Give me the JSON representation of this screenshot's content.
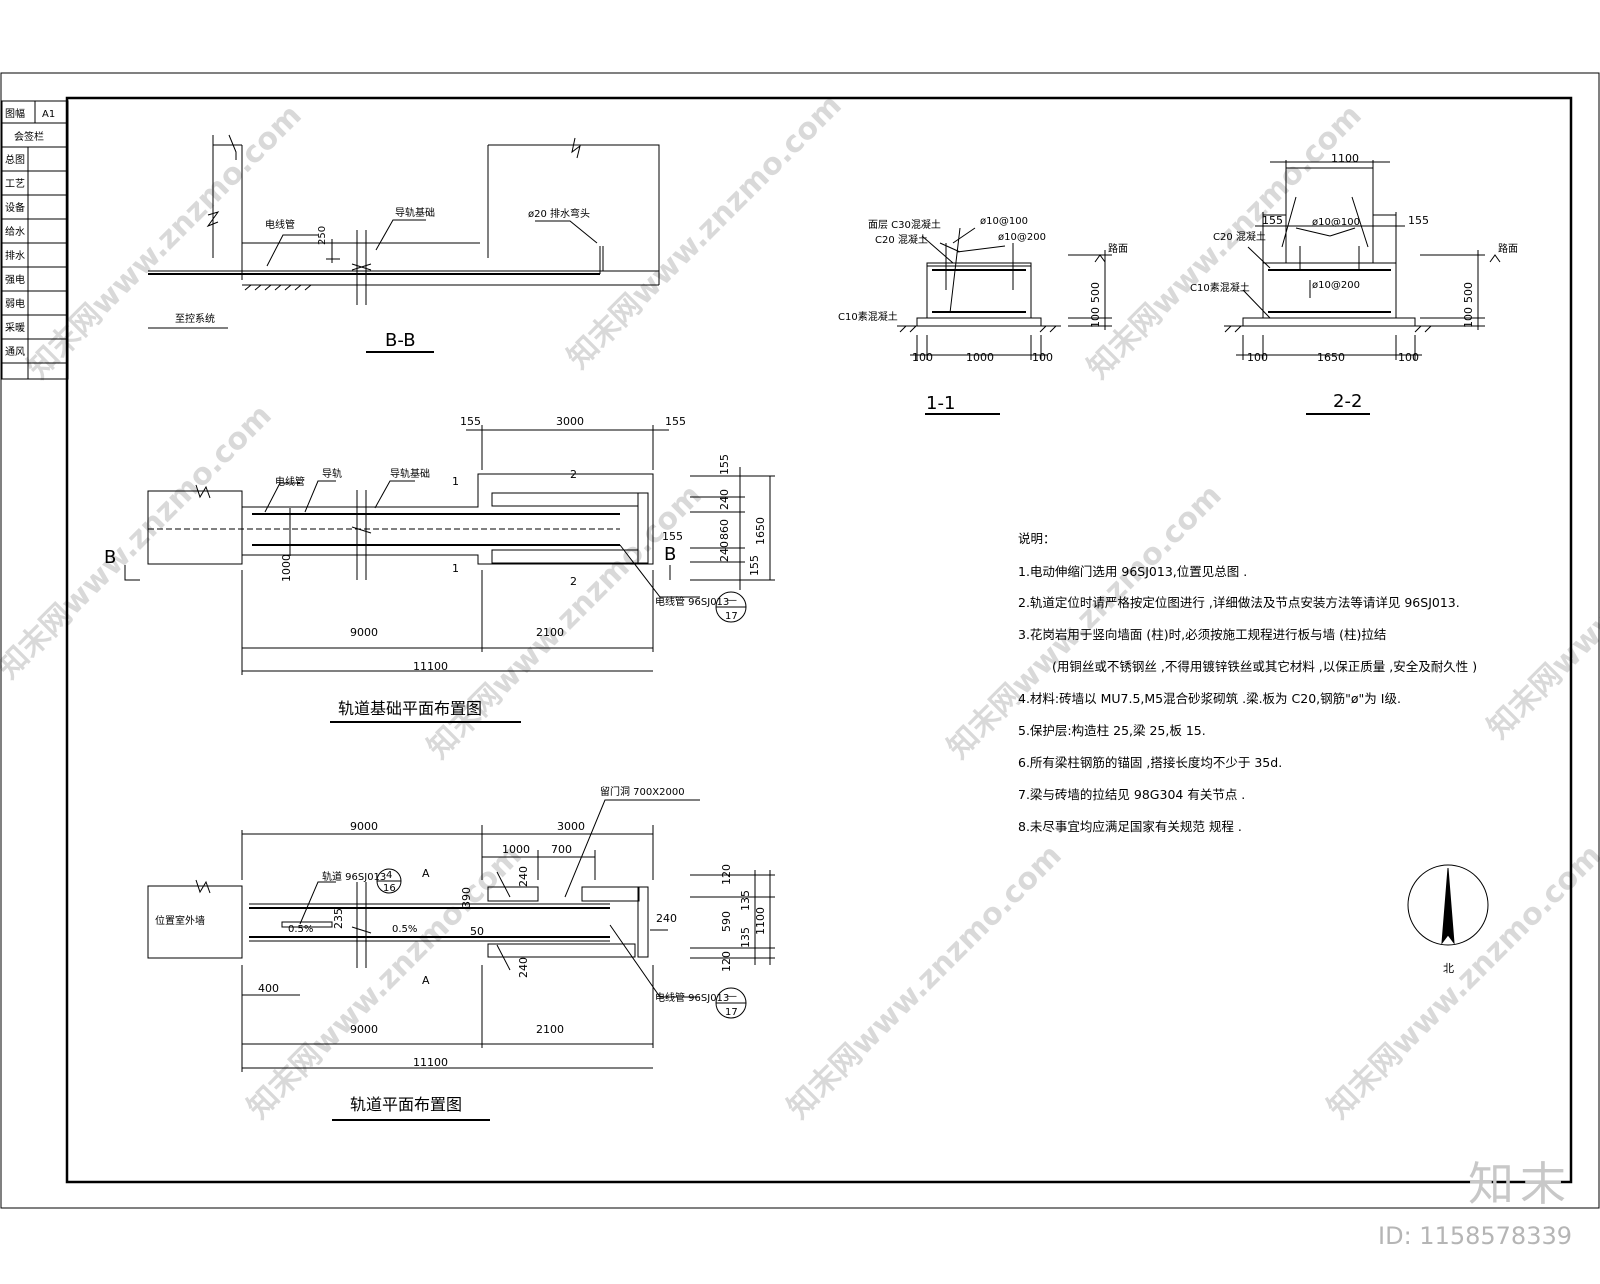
{
  "title_block": {
    "size_label": "图幅",
    "size_value": "A1",
    "signoff_label": "会签栏",
    "rows": [
      "总图",
      "工艺",
      "设备",
      "给水",
      "排水",
      "强电",
      "弱电",
      "采暖",
      "通风"
    ]
  },
  "section_bb": {
    "title": "B-B",
    "label_cable": "电线管",
    "label_rail_base": "导轨基础",
    "label_drain": "ø20 排水弯头",
    "label_room": "至控系统",
    "dim_250": "250"
  },
  "plan_base": {
    "title": "轨道基础平面布置图",
    "label_cable": "电线管",
    "label_rail": "导轨",
    "label_rail_base": "导轨基础",
    "cut_1": "1",
    "cut_2": "2",
    "cut_b": "B",
    "ref_label": "电线管 96SJ013",
    "ref_top": "—",
    "ref_bottom": "17",
    "dims": {
      "d155a": "155",
      "d3000": "3000",
      "d155b": "155",
      "r155a": "155",
      "r240a": "240",
      "r860": "860",
      "r1650": "1650",
      "r155b": "155",
      "r240b": "240",
      "r155c": "155",
      "d1000": "1000",
      "d9000": "9000",
      "d2100": "2100",
      "d11100": "11100"
    }
  },
  "plan_rail": {
    "title": "轨道平面布置图",
    "label_door_opening": "留门洞 700X2000",
    "label_wall": "位置室外墙",
    "label_rail": "轨道 96SJ013",
    "rail_ref_top": "4",
    "rail_ref_bottom": "16",
    "cut_a": "A",
    "ref_label": "电线管 96SJ013",
    "ref_top": "—",
    "ref_bottom": "17",
    "slope_a": "0.5%",
    "slope_b": "0.5%",
    "dims": {
      "d9000t": "9000",
      "d3000t": "3000",
      "d1000": "1000",
      "d700": "700",
      "d240a": "240",
      "d390": "390",
      "d235": "235",
      "d50": "50",
      "d240b": "240",
      "d240c": "240",
      "r120a": "120",
      "r135a": "135",
      "r590": "590",
      "r1100": "1100",
      "r135b": "135",
      "r120b": "120",
      "d400": "400",
      "d9000": "9000",
      "d2100": "2100",
      "d11100": "11100"
    }
  },
  "section_11": {
    "title": "1-1",
    "label_c30": "面层 C30混凝土",
    "label_c20": "C20 混凝土",
    "label_c10": "C10素混凝土",
    "label_r1": "ø10@100",
    "label_r2": "ø10@200",
    "label_ground": "路面",
    "d500": "500",
    "d100": "100",
    "b100a": "100",
    "b1000": "1000",
    "b100b": "100"
  },
  "section_22": {
    "title": "2-2",
    "top_width": "1100",
    "label_c20": "C20 混凝土",
    "label_c10": "C10素混凝土",
    "label_r1": "ø10@100",
    "label_r2": "ø10@200",
    "label_ground": "路面",
    "d155a": "155",
    "d155b": "155",
    "d500": "500",
    "d100": "100",
    "b100a": "100",
    "b1650": "1650",
    "b100b": "100"
  },
  "notes": {
    "heading": "说明：",
    "items": [
      "1.电动伸缩门选用 96SJ013,位置见总图 .",
      "2.轨道定位时请严格按定位图进行 ,详细做法及节点安装方法等请详见 96SJ013.",
      "3.花岗岩用于竖向墙面 (柱)时,必须按施工规程进行板与墙 (柱)拉结",
      "(用铜丝或不锈钢丝 ,不得用镀锌铁丝或其它材料 ,以保正质量 ,安全及耐久性 )",
      "4.材料:砖墙以 MU7.5,M5混合砂浆砌筑 .梁.板为 C20,钢筋\"ø\"为 I级.",
      "5.保护层:构造柱 25,梁 25,板 15.",
      "6.所有梁柱钢筋的锚固 ,搭接长度均不少于 35d.",
      "7.梁与砖墙的拉结见 98G304 有关节点 .",
      "8.未尽事宜均应满足国家有关规范 规程 ."
    ]
  },
  "north": {
    "label": "北"
  },
  "watermark": {
    "text": "知末网www.znzmo.com"
  },
  "brand": {
    "logo": "知末",
    "id": "ID: 1158578339"
  }
}
